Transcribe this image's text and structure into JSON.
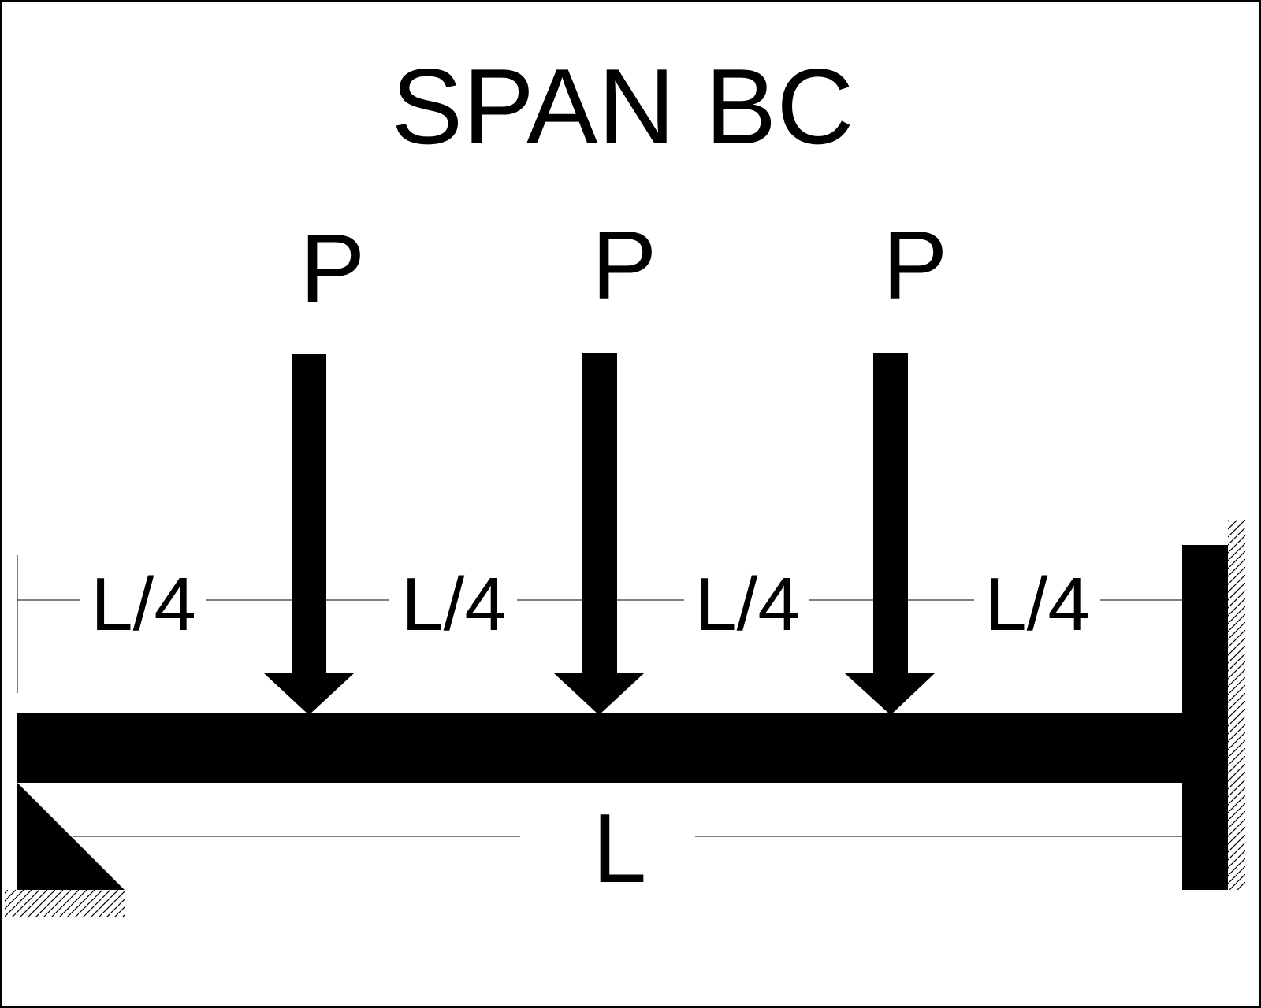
{
  "title": "SPAN BC",
  "loads": [
    {
      "label": "P"
    },
    {
      "label": "P"
    },
    {
      "label": "P"
    }
  ],
  "segments": [
    {
      "label": "L/4"
    },
    {
      "label": "L/4"
    },
    {
      "label": "L/4"
    },
    {
      "label": "L/4"
    }
  ],
  "span_label": "L",
  "colors": {
    "ink": "#000000",
    "background": "#ffffff"
  }
}
